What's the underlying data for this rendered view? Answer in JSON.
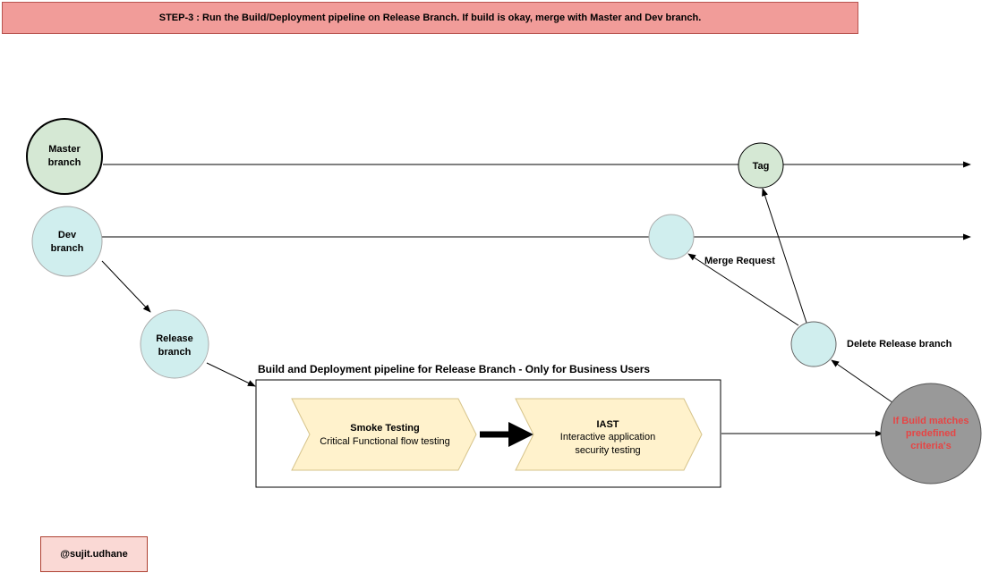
{
  "banner": {
    "text": "STEP-3  :  Run the Build/Deployment pipeline on Release Branch. If build is okay, merge with Master and Dev branch."
  },
  "nodes": {
    "master": {
      "line1": "Master",
      "line2": "branch"
    },
    "dev": {
      "line1": "Dev",
      "line2": "branch"
    },
    "release": {
      "line1": "Release",
      "line2": "branch"
    },
    "tag": {
      "label": "Tag"
    },
    "decision": {
      "line1": "If Build matches",
      "line2": "predefined",
      "line3": "criteria's"
    }
  },
  "labels": {
    "merge_request": "Merge Request",
    "delete_release": "Delete Release branch"
  },
  "pipeline": {
    "title": "Build and Deployment pipeline for  Release Branch - Only for Business Users",
    "stages": [
      {
        "title": "Smoke Testing",
        "line1": "Critical Functional flow testing",
        "line2": ""
      },
      {
        "title": "IAST",
        "line1": "Interactive application",
        "line2": "security testing"
      }
    ]
  },
  "credit": "@sujit.udhane",
  "colors": {
    "banner_fill": "#f19c99",
    "master_fill": "#d5e8d4",
    "dev_fill": "#d0eeee",
    "stage_fill": "#fff2cc",
    "decision_fill": "#999999",
    "decision_text": "#e64545"
  }
}
